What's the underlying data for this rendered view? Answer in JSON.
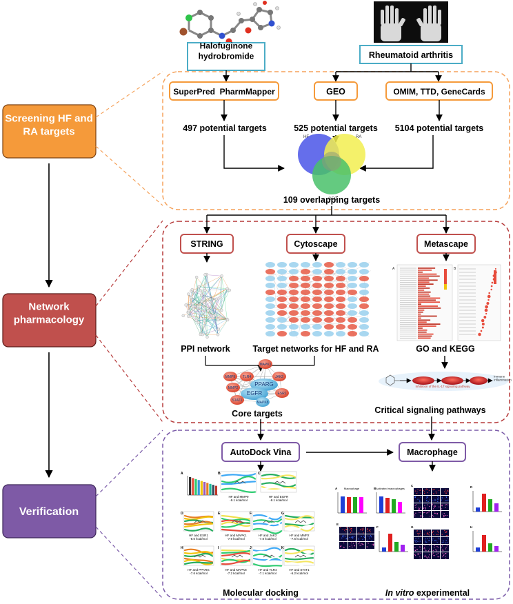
{
  "stages": {
    "screening": "Screening HF and RA targets",
    "network": "Network pharmacology",
    "verification": "Verification"
  },
  "inputs": {
    "drug": "Halofuginone hydrobromide",
    "disease": "Rheumatoid arthritis"
  },
  "screening": {
    "db_drug": "SuperPred  PharmMapper",
    "db_geo": "GEO",
    "db_disease": "OMIM, TTD, GeneCards",
    "count_drug": "497 potential targets",
    "count_geo": "525 potential targets",
    "count_disease": "5104 potential targets",
    "venn_labels": [
      "HF",
      "RA",
      "GEO"
    ],
    "overlap": "109 overlapping targets"
  },
  "network": {
    "tool_string": "STRING",
    "tool_cytoscape": "Cytoscape",
    "tool_metascape": "Metascape",
    "result_ppi": "PPI network",
    "result_target_net": "Target networks for HF and RA",
    "result_go": "GO and KEGG",
    "core_label": "Core targets",
    "core_nodes": [
      "MAPK1",
      "TLR4",
      "JAK2",
      "MMP9",
      "PPARG",
      "MMP2",
      "EGFR",
      "ESR1",
      "STAT1",
      "MAPK8"
    ],
    "pathway_label": "Critical signaling pathways",
    "pathway_caption": "Inhibition of the IL-17 signaling pathway",
    "pathway_outcome": "Immune Inflammation"
  },
  "verification": {
    "tool_docking": "AutoDock Vina",
    "tool_macrophage": "Macrophage",
    "docking_label": "Molecular docking",
    "experimental_label_italic": "In vitro",
    "experimental_label_rest": " experimental",
    "docking_panels": [
      {
        "letter": "A",
        "caption": ""
      },
      {
        "letter": "B",
        "caption": "HF and MMP9",
        "energy": "-9.1 kcal/mol"
      },
      {
        "letter": "C",
        "caption": "HF and EGFR",
        "energy": "-8.1 kcal/mol"
      },
      {
        "letter": "D",
        "caption": "HF and ESR1",
        "energy": "-8.0 kcal/mol"
      },
      {
        "letter": "E",
        "caption": "HF and MAPK1",
        "energy": "-7.9 kcal/mol"
      },
      {
        "letter": "F",
        "caption": "HF and JAK2",
        "energy": "-7.8 kcal/mol"
      },
      {
        "letter": "G",
        "caption": "HF and MMP2",
        "energy": "-7.6 kcal/mol"
      },
      {
        "letter": "H",
        "caption": "HF and PPARG",
        "energy": "-7.6 kcal/mol"
      },
      {
        "letter": "I",
        "caption": "HF and MAPK8",
        "energy": "-7.2 kcal/mol"
      },
      {
        "letter": "J",
        "caption": "HF and TLR4",
        "energy": "-7.1 kcal/mol"
      },
      {
        "letter": "K",
        "caption": "HF and STAT1",
        "energy": "-6.2 kcal/mol"
      }
    ],
    "exp_titles": [
      "Macrophage",
      "Activated macrophages"
    ]
  },
  "colors": {
    "stage_screening": "#f59a3a",
    "stage_network": "#c0504d",
    "stage_verification": "#7e5aa6",
    "border_screening": "#f5a25b",
    "border_network": "#b63a3a",
    "border_verification": "#7a5aa8",
    "input_box": "#4bacc6",
    "node_red": "#e8634f",
    "node_blue": "#5ab4e0"
  }
}
